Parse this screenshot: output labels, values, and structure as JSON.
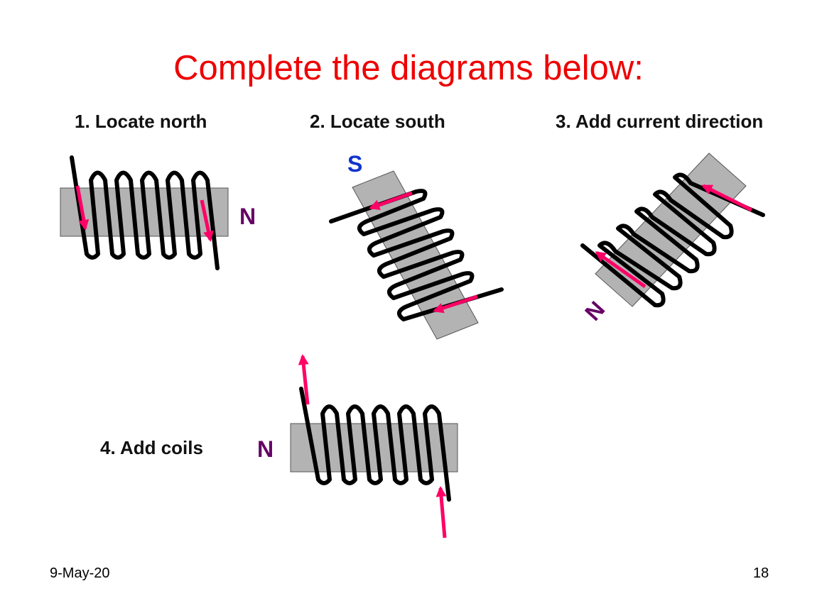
{
  "title": "Complete the diagrams below:",
  "diagrams": [
    {
      "label": "1. Locate north",
      "pole_label": "N",
      "pole_color": "#660066"
    },
    {
      "label": "2. Locate south",
      "pole_label": "S",
      "pole_color": "#1133cc"
    },
    {
      "label": "3. Add current direction",
      "pole_label": "N",
      "pole_color": "#660066"
    },
    {
      "label": "4. Add coils",
      "pole_label": "N",
      "pole_color": "#660066"
    }
  ],
  "colors": {
    "title": "#ee0000",
    "core": "#b3b3b3",
    "wire": "#000000",
    "arrow": "#ff0066"
  },
  "footer": {
    "date": "9-May-20",
    "page": "18"
  }
}
